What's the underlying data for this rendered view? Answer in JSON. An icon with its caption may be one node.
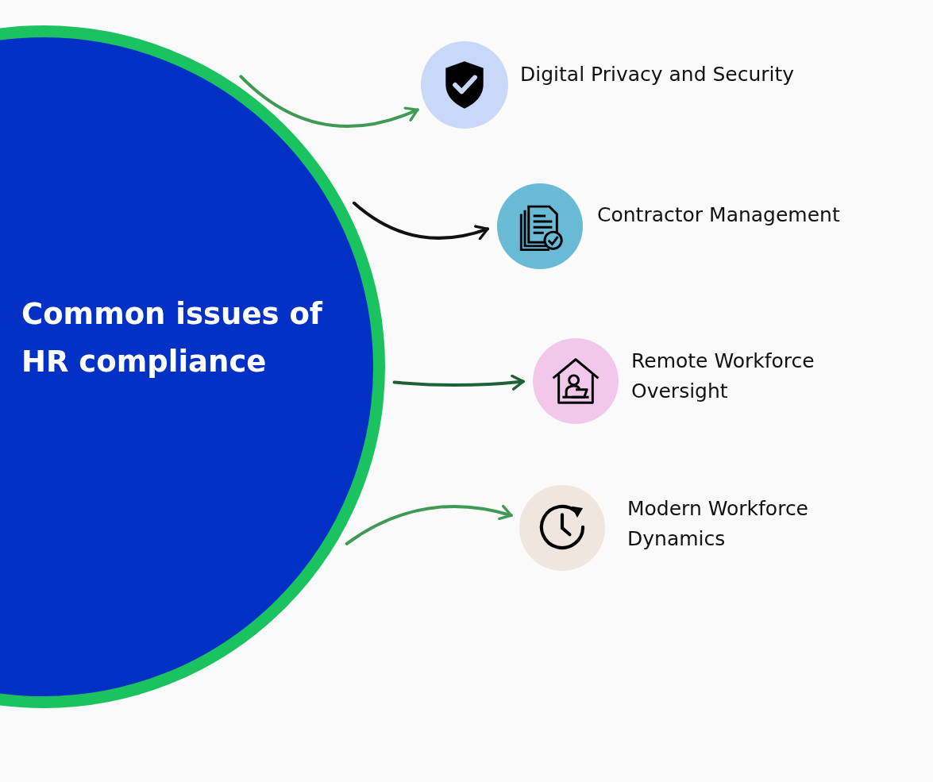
{
  "diagram": {
    "nodes": [
      {
        "text": [
          "Common issues of HR compliance"
        ]
      },
      {
        "text": [],
        "shape": "circle",
        "beside": [
          "Digital Privacy and Security"
        ]
      },
      {
        "text": [],
        "shape": "circle",
        "beside": [
          "Contractor Management"
        ]
      },
      {
        "text": [],
        "shape": "circle",
        "beside": [
          "Remote Workforce Oversight"
        ]
      },
      {
        "text": [],
        "shape": "circle",
        "beside": [
          "Modern Workforce Dynamics"
        ]
      }
    ],
    "edges": [
      {
        "from": 0,
        "to": 1,
        "arrow": "to"
      },
      {
        "from": 0,
        "to": 2,
        "arrow": "to",
        "color": "#111111"
      },
      {
        "from": 0,
        "to": 3,
        "arrow": "to",
        "color": "#1d6136"
      },
      {
        "from": 0,
        "to": 4,
        "arrow": "to"
      }
    ]
  }
}
